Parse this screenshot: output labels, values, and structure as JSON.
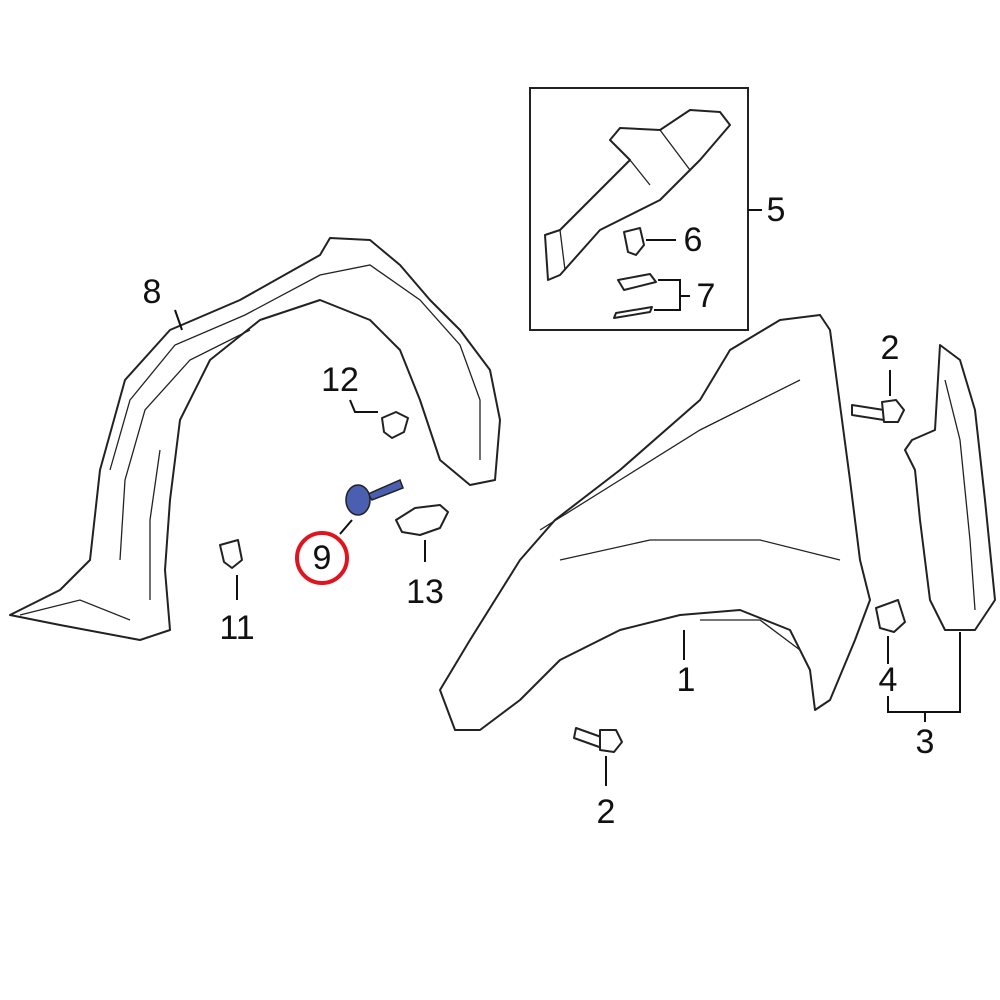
{
  "diagram": {
    "callouts": [
      {
        "id": "label-1",
        "text": "1"
      },
      {
        "id": "label-2-top",
        "text": "2"
      },
      {
        "id": "label-2-bottom",
        "text": "2"
      },
      {
        "id": "label-3",
        "text": "3"
      },
      {
        "id": "label-4",
        "text": "4"
      },
      {
        "id": "label-5",
        "text": "5"
      },
      {
        "id": "label-6",
        "text": "6"
      },
      {
        "id": "label-7",
        "text": "7"
      },
      {
        "id": "label-8",
        "text": "8"
      },
      {
        "id": "label-9",
        "text": "9"
      },
      {
        "id": "label-11",
        "text": "11"
      },
      {
        "id": "label-12",
        "text": "12"
      },
      {
        "id": "label-13",
        "text": "13"
      }
    ],
    "highlighted_part": "9",
    "colors": {
      "highlight_ring": "#e0141e",
      "highlighted_part_fill": "#4a5fb0",
      "line": "#222222"
    }
  }
}
